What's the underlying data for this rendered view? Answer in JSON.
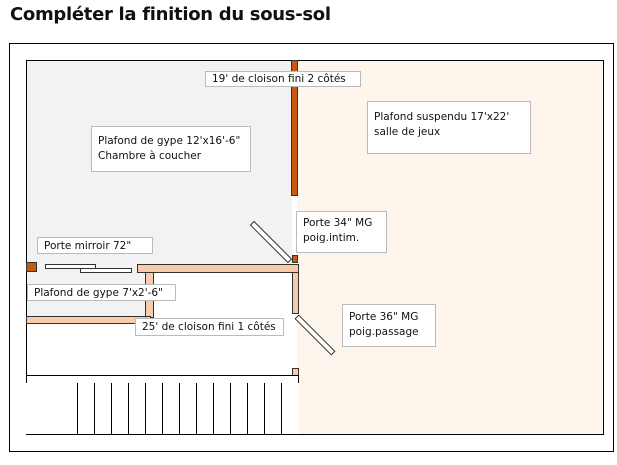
{
  "title": "Compléter la finition du sous-sol",
  "labels": {
    "partition_top": "19' de cloison fini 2 côtés",
    "game_room_line1": "Plafond suspendu 17'x22'",
    "game_room_line2": "salle de jeux",
    "bedroom_line1": "Plafond de gype 12'x16'-6\"",
    "bedroom_line2": "Chambre à coucher",
    "door34_line1": "Porte 34\" MG",
    "door34_line2": "poig.intim.",
    "mirror_door": "Porte mirroir 72\"",
    "closet_ceiling": "Plafond de gype 7'x2'-6\"",
    "partition_bottom": "25' de cloison fini 1 côtés",
    "door36_line1": "Porte 36\" MG",
    "door36_line2": "poig.passage"
  },
  "colors": {
    "bedroom": "#f2f2f2",
    "game_room": "#fef6ec",
    "wall_existing": "#c55a11",
    "wall_new": "#f8cbad"
  }
}
